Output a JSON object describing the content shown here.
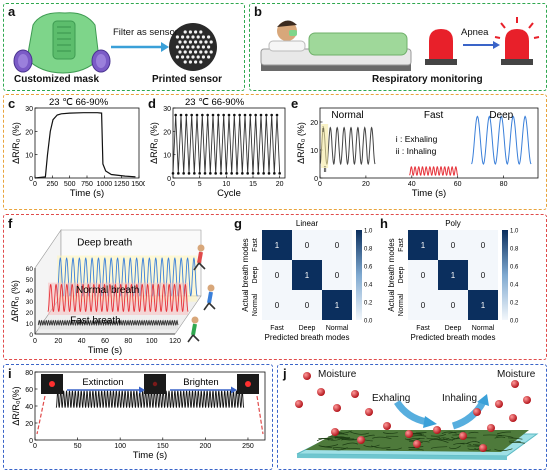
{
  "colors": {
    "green_frame": "#2fa84f",
    "orange_frame": "#e8a33c",
    "red_frame": "#e04a4a",
    "blue_frame": "#3a64c8",
    "mask_green": "#7ed58a",
    "filter_purple": "#7b5bc7",
    "siren_red": "#e8202a",
    "normal_line": "#444444",
    "fast_line": "#e6333a",
    "deep_line": "#3a7fd9",
    "heat_dark": "#0b2f5e",
    "heat_light": "#f3f7fb",
    "droplet": "#d1262c",
    "arrow_blue": "#3aa0d8"
  },
  "panel_a": {
    "label": "a",
    "arrow_text": "Filter as sensor",
    "caption_mask": "Customized mask",
    "caption_sensor": "Printed sensor"
  },
  "panel_b": {
    "label": "b",
    "arrow_text": "Apnea",
    "caption": "Respiratory monitoring"
  },
  "panel_j": {
    "label": "j",
    "moisture_left": "Moisture",
    "moisture_right": "Moisture",
    "exhaling": "Exhaling",
    "inhaling": "Inhaling"
  },
  "chart_data": [
    {
      "id": "c",
      "panel": "c",
      "type": "line",
      "annotation": "23 ℃ 66-90%",
      "xlabel": "Time (s)",
      "ylabel": "ΔR/R₀ (%)",
      "xlim": [
        0,
        1500
      ],
      "ylim": [
        0,
        30
      ],
      "xticks": [
        0,
        250,
        500,
        750,
        1000,
        1250,
        1500
      ],
      "yticks": [
        0,
        10,
        20,
        30
      ],
      "x": [
        0,
        150,
        180,
        220,
        260,
        320,
        380,
        500,
        700,
        900,
        960,
        980,
        1020,
        1100,
        1300,
        1450
      ],
      "y": [
        0,
        0.5,
        10,
        20,
        25,
        27,
        27.5,
        27.8,
        28,
        28,
        27.8,
        6,
        3,
        1.5,
        0.8,
        0.5
      ]
    },
    {
      "id": "d",
      "panel": "d",
      "type": "line",
      "annotation": "23 ℃ 66-90%",
      "xlabel": "Cycle",
      "ylabel": "ΔR/R₀ (%)",
      "xlim": [
        0,
        21
      ],
      "ylim": [
        0,
        30
      ],
      "xticks": [
        0,
        5,
        10,
        15,
        20
      ],
      "yticks": [
        0,
        10,
        20,
        30
      ],
      "cycles": 20,
      "peak": 27,
      "trough": 2
    },
    {
      "id": "e",
      "panel": "e",
      "type": "line",
      "xlabel": "Time (s)",
      "ylabel": "ΔR/R₀ (%)",
      "xlim": [
        0,
        95
      ],
      "ylim": [
        0,
        25
      ],
      "xticks": [
        0,
        20,
        40,
        60,
        80
      ],
      "yticks": [
        0,
        10,
        20
      ],
      "series": [
        {
          "name": "Normal",
          "x_start": 0,
          "x_end": 24,
          "cycles": 8,
          "min": 5,
          "max": 18
        },
        {
          "name": "Fast",
          "x_start": 39,
          "x_end": 60,
          "cycles": 13,
          "min": 1,
          "max": 4
        },
        {
          "name": "Deep",
          "x_start": 66,
          "x_end": 92,
          "cycles": 5,
          "min": 5,
          "max": 22
        }
      ],
      "annotations": [
        "i : Exhaling",
        "ii : Inhaling"
      ],
      "markers": [
        "i",
        "ii"
      ]
    },
    {
      "id": "f",
      "panel": "f",
      "type": "line",
      "xlabel": "Time (s)",
      "ylabel": "ΔR/R₀ (%)",
      "xlim": [
        0,
        120
      ],
      "ylim": [
        0,
        60
      ],
      "xticks": [
        0,
        20,
        40,
        60,
        80,
        100,
        120
      ],
      "yticks": [
        0,
        10,
        20,
        30,
        40,
        50,
        60
      ],
      "series": [
        {
          "name": "Deep breath",
          "cycles": 22,
          "min": 5,
          "max": 40
        },
        {
          "name": "Normal breath",
          "cycles": 26,
          "min": 3,
          "max": 28
        },
        {
          "name": "Fast breath",
          "cycles": 60,
          "min": 4,
          "max": 8
        }
      ]
    },
    {
      "id": "g",
      "panel": "g",
      "type": "heatmap",
      "title": "Linear",
      "xlabel": "Predicted breath modes",
      "ylabel": "Actual breath modes",
      "categories": [
        "Fast",
        "Deep",
        "Normal"
      ],
      "matrix": [
        [
          1,
          0,
          0
        ],
        [
          0,
          1,
          0
        ],
        [
          0,
          0,
          1
        ]
      ],
      "colorbar_ticks": [
        "0.0",
        "0.2",
        "0.4",
        "0.6",
        "0.8",
        "1.0"
      ]
    },
    {
      "id": "h",
      "panel": "h",
      "type": "heatmap",
      "title": "Poly",
      "xlabel": "Predicted breath modes",
      "ylabel": "Actual breath modes",
      "categories": [
        "Fast",
        "Deep",
        "Normal"
      ],
      "matrix": [
        [
          1,
          0,
          0
        ],
        [
          0,
          1,
          0
        ],
        [
          0,
          0,
          1
        ]
      ],
      "colorbar_ticks": [
        "0.0",
        "0.2",
        "0.4",
        "0.6",
        "0.8",
        "1.0"
      ]
    },
    {
      "id": "i",
      "panel": "i",
      "type": "line",
      "xlabel": "Time (s)",
      "ylabel": "ΔR/R₀(%)",
      "xlim": [
        0,
        270
      ],
      "ylim": [
        0,
        80
      ],
      "xticks": [
        0,
        50,
        100,
        150,
        200,
        250
      ],
      "yticks": [
        0,
        20,
        40,
        60,
        80
      ],
      "x_start": 25,
      "x_end": 245,
      "cycles": 64,
      "min": 38,
      "max": 58,
      "annotations": [
        "Extinction",
        "Brighten"
      ]
    }
  ]
}
